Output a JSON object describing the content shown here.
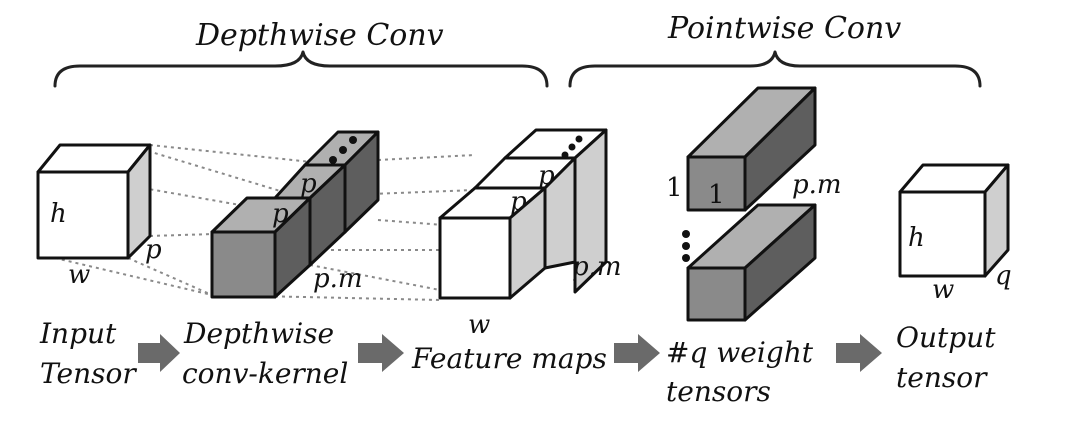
{
  "headers": {
    "depthwise": "Depthwise Conv",
    "pointwise": "Pointwise Conv"
  },
  "input_tensor": {
    "h": "h",
    "w": "w",
    "p": "p",
    "caption_line1": "Input",
    "caption_line2": "Tensor"
  },
  "kernel": {
    "p_top": "p",
    "p_mid": "p",
    "pm": "p.m",
    "caption_line1": "Depthwise",
    "caption_line2": "conv-kernel"
  },
  "feature_maps": {
    "p_top": "p",
    "p_mid": "p",
    "pm": "p.m",
    "w": "w",
    "caption": "Feature maps"
  },
  "weights": {
    "one_left": "1",
    "one_face": "1",
    "pm": "p.m",
    "caption_line1": "#q weight",
    "caption_line2": "tensors"
  },
  "output_tensor": {
    "h": "h",
    "w": "w",
    "q": "q",
    "caption_line1": "Output",
    "caption_line2": "tensor"
  },
  "icons": [
    "arrow-right-icon",
    "ellipsis-icon"
  ]
}
